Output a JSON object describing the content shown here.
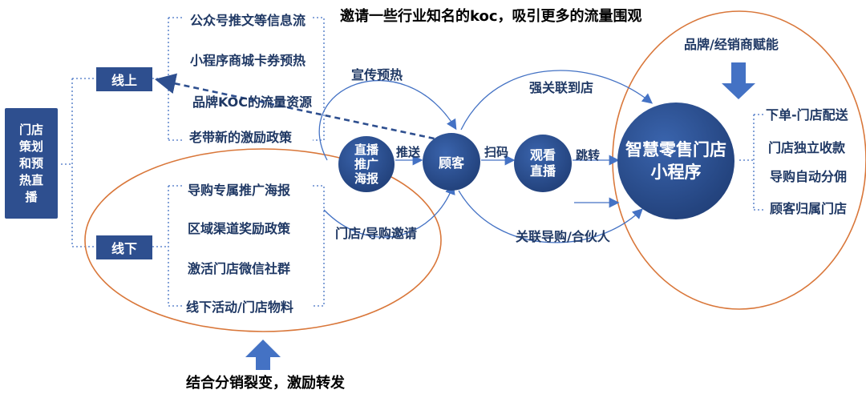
{
  "title_top": "邀请一些行业知名的koc，吸引更多的流量围观",
  "title_bottom": "结合分销裂变，激励转发",
  "root": "门店策划和预热直播",
  "online": {
    "label": "线上",
    "items": [
      "公众号推文等信息流",
      "小程序商城卡券预热",
      "品牌KOC的流量资源",
      "老带新的激励政策"
    ]
  },
  "offline": {
    "label": "线下",
    "items": [
      "导购专属推广海报",
      "区域渠道奖励政策",
      "激活门店微信社群",
      "线下活动/门店物料"
    ]
  },
  "nodes": {
    "poster": "直播推广海报",
    "customer": "顾客",
    "watch": "观看直播",
    "store": "智慧零售门店小程序"
  },
  "edges": {
    "promo": "宣传预热",
    "push": "推送",
    "invite": "门店/导购邀请",
    "scan": "扫码",
    "jump": "跳转",
    "strong": "强关联到店",
    "guide": "关联导购/合伙人"
  },
  "brand": "品牌/经销商赋能",
  "right_items": [
    "下单-门店配送",
    "门店独立收款",
    "导购自动分佣",
    "顾客归属门店"
  ],
  "colors": {
    "accent": "#2e4f8f",
    "line": "#4472c4",
    "ellipse": "#d9773a",
    "text": "#1f3864"
  }
}
